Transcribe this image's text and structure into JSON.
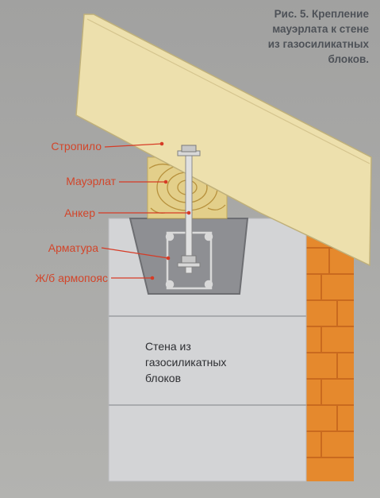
{
  "caption": {
    "line1": "Рис. 5. Крепление",
    "line2": "мауэрлата к стене",
    "line3": "из газосиликатных",
    "line4": "блоков."
  },
  "labels": {
    "rafter": "Стропило",
    "mauerlat": "Мауэрлат",
    "anchor": "Анкер",
    "rebar": "Арматура",
    "ring_beam": "Ж/б армопояс"
  },
  "wall": {
    "line1": "Стена из",
    "line2": "газосиликатных",
    "line3": "блоков"
  },
  "colors": {
    "label_text": "#d2452a",
    "leader_line": "#d63b26",
    "brick": "#e5892d",
    "timber": "#e3cf8a",
    "rafter": "#ede0ad",
    "wall": "#d3d4d6"
  }
}
